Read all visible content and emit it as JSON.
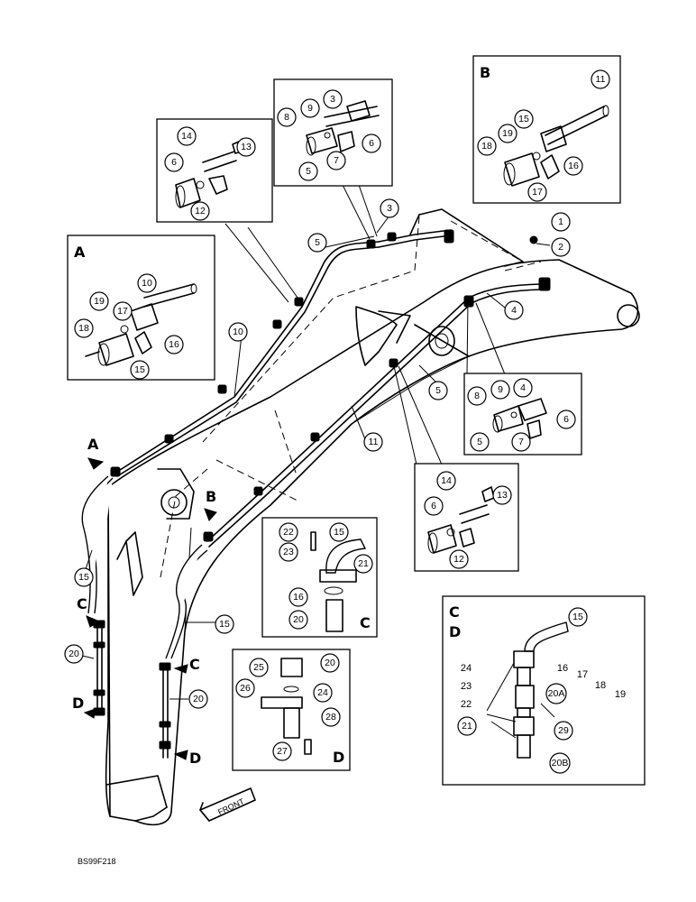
{
  "figure_code": "BS99F218",
  "front_label": "FRONT",
  "view_letters": {
    "A": "A",
    "B": "B",
    "C": "C",
    "D": "D"
  },
  "callouts": {
    "c1": "1",
    "c2": "2",
    "c3": "3",
    "c4": "4",
    "c5": "5",
    "c6": "6",
    "c7": "7",
    "c8": "8",
    "c9": "9",
    "c10": "10",
    "c11": "11",
    "c12": "12",
    "c13": "13",
    "c14": "14",
    "c15": "15",
    "c16": "16",
    "c17": "17",
    "c18": "18",
    "c19": "19",
    "c20": "20",
    "c20a": "20A",
    "c20b": "20B",
    "c21": "21",
    "c22": "22",
    "c23": "23",
    "c24": "24",
    "c25": "25",
    "c26": "26",
    "c27": "27",
    "c28": "28",
    "c29": "29"
  }
}
